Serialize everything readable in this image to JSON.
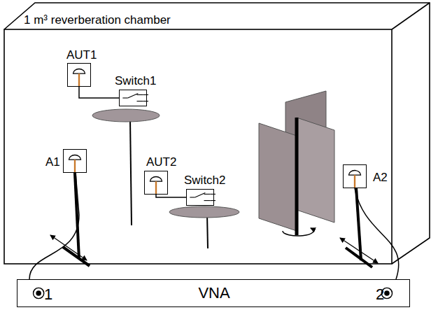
{
  "diagram": {
    "nodes": [
      {
        "text": [
          "1 m³ reverberation chamber"
        ]
      },
      {
        "text": [
          "AUT1"
        ],
        "in": 0
      },
      {
        "text": [
          "Switch1"
        ],
        "in": 0
      },
      {
        "text": [
          "A1"
        ],
        "in": 0
      },
      {
        "text": [
          "AUT2"
        ],
        "in": 0
      },
      {
        "text": [
          "Switch2"
        ],
        "in": 0
      },
      {
        "text": [
          "A2"
        ],
        "in": 0
      },
      {
        "text": [
          "1",
          "VNA",
          "2"
        ]
      }
    ],
    "edges": [
      {
        "from": 1,
        "to": 2,
        "arrow": "none"
      },
      {
        "from": 4,
        "to": 5,
        "arrow": "none"
      },
      {
        "from": 7,
        "to": 3,
        "arrow": "none"
      },
      {
        "from": 7,
        "to": 6,
        "arrow": "none"
      }
    ]
  }
}
